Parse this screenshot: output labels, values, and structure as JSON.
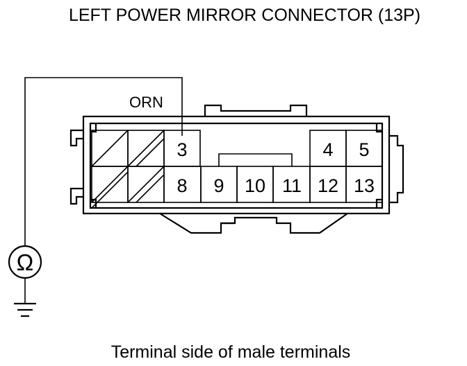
{
  "title": "LEFT POWER MIRROR CONNECTOR (13P)",
  "caption": "Terminal side of male terminals",
  "wire_color": "ORN",
  "meter_symbol": "Ω",
  "terminals": {
    "t3": "3",
    "t4": "4",
    "t5": "5",
    "t8": "8",
    "t9": "9",
    "t10": "10",
    "t11": "11",
    "t12": "12",
    "t13": "13"
  },
  "colors": {
    "line": "#000000",
    "background": "#ffffff"
  },
  "icons": [
    "ohmmeter-icon",
    "ground-icon"
  ]
}
